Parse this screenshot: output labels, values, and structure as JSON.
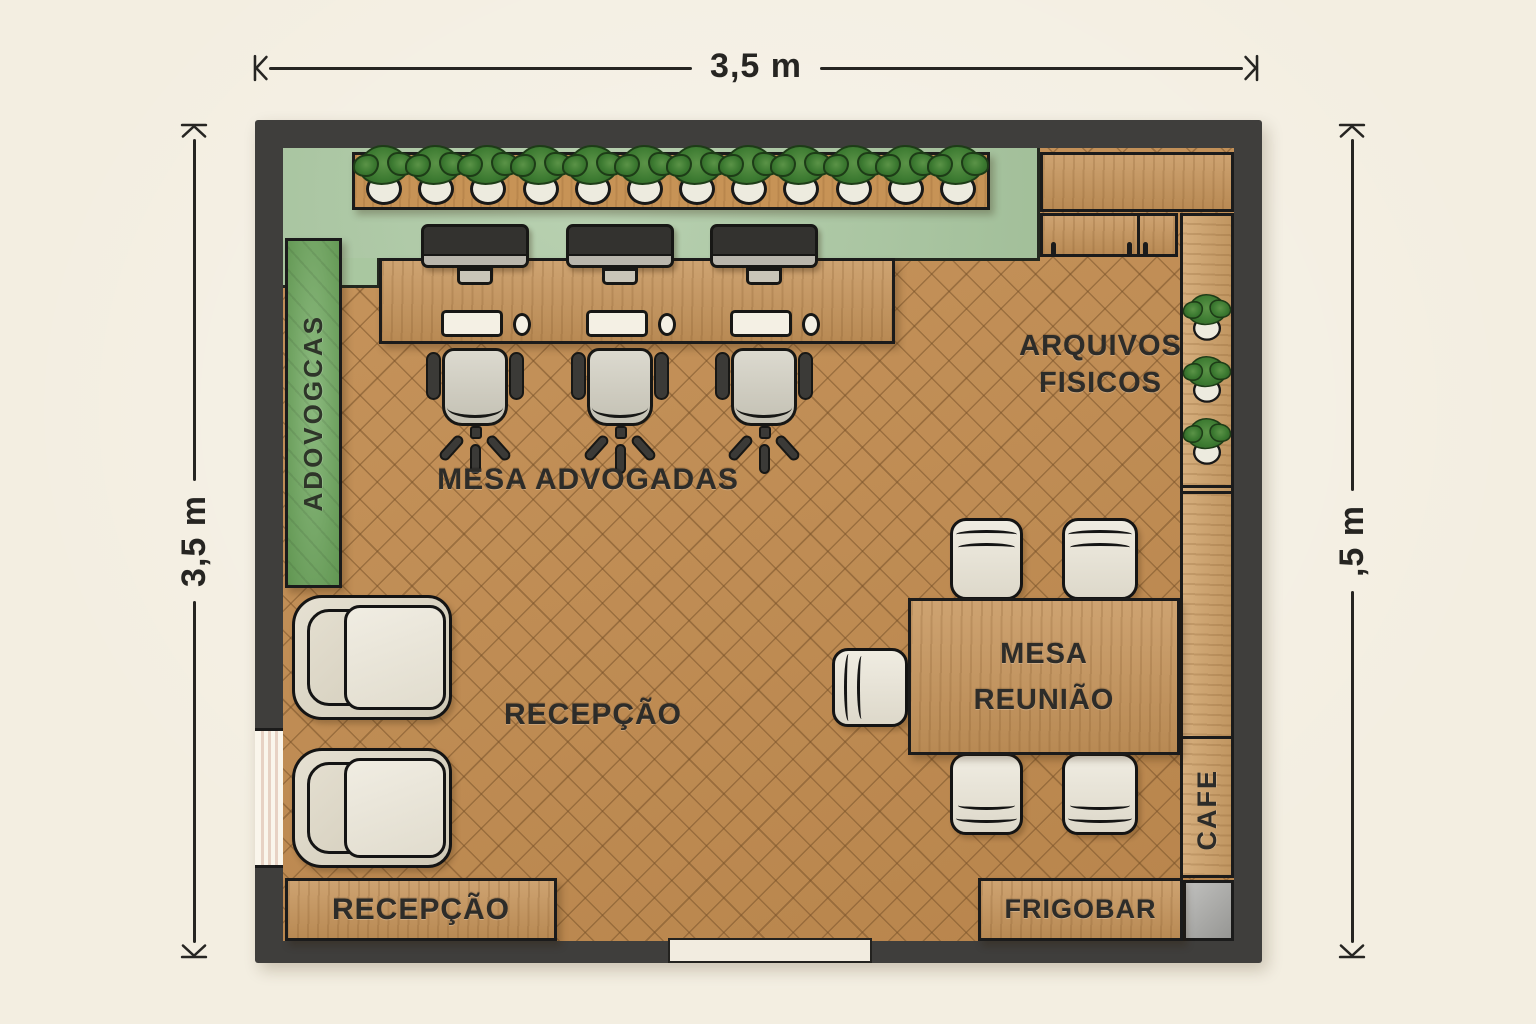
{
  "scene": {
    "kind": "office-floor-plan"
  },
  "dimensions": {
    "top": "3,5 m",
    "left": "3,5 m",
    "right": ",5 m"
  },
  "areas": {
    "lawyers_strip": "ADOVOGCAS",
    "lawyers_desk": "MESA ADVOGADAS",
    "archives": {
      "line1": "ARQUIVOS",
      "line2": "FISICOS"
    },
    "reception_floor": "RECEPÇÃO",
    "reception_desk": "RECEPÇÃO",
    "meeting_table": {
      "line1": "MESA",
      "line2": "REUNIÃO"
    },
    "cafe": "CAFE",
    "frigobar": "FRIGOBAR"
  },
  "counts": {
    "workstations": 3,
    "shelf_plants": 12,
    "counter_plants": 3,
    "meeting_side_chairs": 4,
    "meeting_end_chairs": 1,
    "reception_armchairs": 2
  },
  "colors": {
    "background": "#f3eee1",
    "wall": "#3f3e3c",
    "floor_wood": "#c28c50",
    "rug_green": "#a9c7a0",
    "strip_green": "#6ca75b",
    "furniture_wood": "#c6945a",
    "counter_wood": "#cfa168",
    "chair_cream": "#e9e4d5",
    "office_chair_seat": "#d0cdbf",
    "monitor_dark": "#33322f",
    "plant_green": "#3c7a31",
    "gray_appliance": "#ababa8",
    "label_text": "#2d2c29",
    "dimension_ink": "#262522"
  }
}
